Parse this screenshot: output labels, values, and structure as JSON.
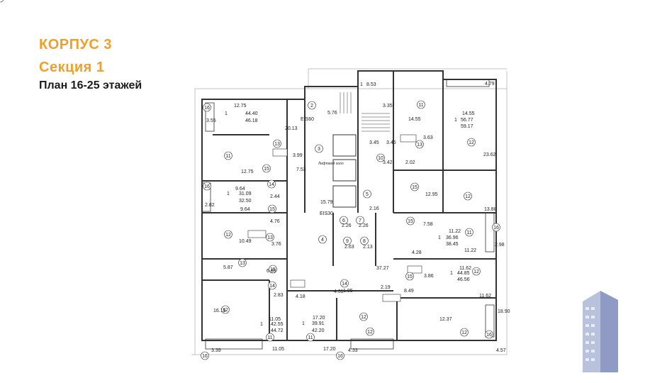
{
  "header": {
    "title_line1": "КОРПУС 3",
    "title_line2": "Секция 1",
    "title_line3": "План 16-25 этажей"
  },
  "accent_color": "#f0a02a",
  "plan_labels": [
    {
      "t": "16"
    },
    {
      "t": "3.55"
    },
    {
      "t": "12.75"
    },
    {
      "t": "1"
    },
    {
      "t": "44.40"
    },
    {
      "t": "46.18"
    },
    {
      "t": "20.13"
    },
    {
      "t": "11"
    },
    {
      "t": "3.99"
    },
    {
      "t": "13"
    },
    {
      "t": "15"
    },
    {
      "t": "12.75"
    },
    {
      "t": "7.53"
    },
    {
      "t": "EIS60"
    },
    {
      "t": "1"
    },
    {
      "t": "8.53"
    },
    {
      "t": "2"
    },
    {
      "t": "5.76"
    },
    {
      "t": "3"
    },
    {
      "t": "Лифтовой холл"
    },
    {
      "t": "15.79"
    },
    {
      "t": "EIS30"
    },
    {
      "t": "3.35"
    },
    {
      "t": "3.45"
    },
    {
      "t": "3.45"
    },
    {
      "t": "10"
    },
    {
      "t": "3.42"
    },
    {
      "t": "5"
    },
    {
      "t": "2.16"
    },
    {
      "t": "11"
    },
    {
      "t": "14.55"
    },
    {
      "t": "3.63"
    },
    {
      "t": "13"
    },
    {
      "t": "2.02"
    },
    {
      "t": "15"
    },
    {
      "t": "12.95"
    },
    {
      "t": "14.55"
    },
    {
      "t": "1"
    },
    {
      "t": "56.77"
    },
    {
      "t": "59.17"
    },
    {
      "t": "12"
    },
    {
      "t": "23.62"
    },
    {
      "t": "12"
    },
    {
      "t": "13.88"
    },
    {
      "t": "4.79"
    },
    {
      "t": "16"
    },
    {
      "t": "2.82"
    },
    {
      "t": "9.64"
    },
    {
      "t": "1"
    },
    {
      "t": "31.09"
    },
    {
      "t": "32.50"
    },
    {
      "t": "9.64"
    },
    {
      "t": "14"
    },
    {
      "t": "2.44"
    },
    {
      "t": "15"
    },
    {
      "t": "12"
    },
    {
      "t": "10.49"
    },
    {
      "t": "13"
    },
    {
      "t": "3.76"
    },
    {
      "t": "4.76"
    },
    {
      "t": "4"
    },
    {
      "t": "6"
    },
    {
      "t": "2.26"
    },
    {
      "t": "7"
    },
    {
      "t": "2.26"
    },
    {
      "t": "9"
    },
    {
      "t": "2.63"
    },
    {
      "t": "8"
    },
    {
      "t": "2.13"
    },
    {
      "t": "15"
    },
    {
      "t": "7.58"
    },
    {
      "t": "11.22"
    },
    {
      "t": "1"
    },
    {
      "t": "36.96"
    },
    {
      "t": "38.45"
    },
    {
      "t": "11"
    },
    {
      "t": "11.22"
    },
    {
      "t": "4.28"
    },
    {
      "t": "16"
    },
    {
      "t": "2.98"
    },
    {
      "t": "5.87"
    },
    {
      "t": "13"
    },
    {
      "t": "15"
    },
    {
      "t": "6.65"
    },
    {
      "t": "37.27"
    },
    {
      "t": "11.62"
    },
    {
      "t": "1"
    },
    {
      "t": "44.85"
    },
    {
      "t": "46.56"
    },
    {
      "t": "3.86"
    },
    {
      "t": "15"
    },
    {
      "t": "12"
    },
    {
      "t": "11.62"
    },
    {
      "t": "12"
    },
    {
      "t": "14"
    },
    {
      "t": "2.83"
    },
    {
      "t": "4.18"
    },
    {
      "t": "4.31"
    },
    {
      "t": "14"
    },
    {
      "t": "1.85"
    },
    {
      "t": "2.19"
    },
    {
      "t": "8.49"
    },
    {
      "t": "11.05"
    },
    {
      "t": "1"
    },
    {
      "t": "42.55"
    },
    {
      "t": "44.72"
    },
    {
      "t": "11"
    },
    {
      "t": "11.05"
    },
    {
      "t": "16.15"
    },
    {
      "t": "12"
    },
    {
      "t": "17.20"
    },
    {
      "t": "1"
    },
    {
      "t": "39.91"
    },
    {
      "t": "42.20"
    },
    {
      "t": "11"
    },
    {
      "t": "17.20"
    },
    {
      "t": "12"
    },
    {
      "t": "12.37"
    },
    {
      "t": "12"
    },
    {
      "t": "18.90"
    },
    {
      "t": "16"
    },
    {
      "t": "3.39"
    },
    {
      "t": "16"
    },
    {
      "t": "4.33"
    },
    {
      "t": "16"
    },
    {
      "t": "4.57"
    },
    {
      "t": "16"
    }
  ]
}
